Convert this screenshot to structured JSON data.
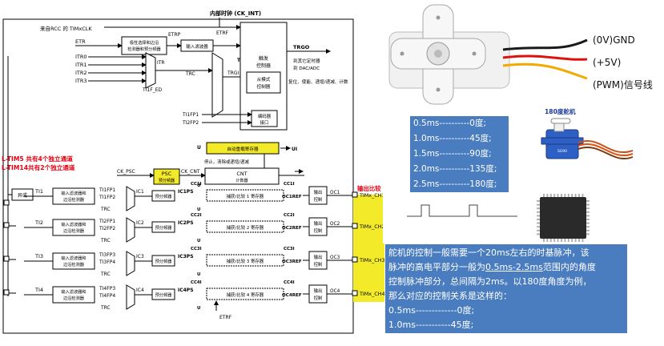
{
  "diagram": {
    "top_label": "内部时钟 (CK_INT)",
    "rcc_label": "来自RCC 的 TIMxCLK",
    "etr_label": "ETR",
    "etrp_label": "ETRP",
    "etrf_label": "ETRF",
    "polarity_block": "极性选择和边沿\n检测器和预分频器",
    "input_filter": "输入滤波器",
    "itr_inputs": [
      "ITR0",
      "ITR1",
      "ITR2",
      "ITR3"
    ],
    "itr_label": "ITR",
    "trc_label": "TRC",
    "ti1f_ed": "TI1F_ED",
    "tgi_label": "TGI",
    "trgi_label": "TRGI",
    "trigger_ctrl": "触发\n控制器",
    "slave_ctrl": "从模式\n控制器",
    "encoder_if": "编码器\n接口",
    "trgo_label": "TRGO",
    "trgo_dest": "到其它定时器\n到 DAC/ADC",
    "reset_enable": "复位、使能、递增/递减、计数",
    "ti1fp1": "TI1FP1",
    "ti2fp2": "TI2FP2",
    "u_label": "U",
    "ui_label": "UI",
    "auto_reload": "自动重载寄存器",
    "stop_clear": "停止，清除或递增/递减",
    "ck_psc": "CK_PSC",
    "psc_label": "PSC",
    "psc_sub": "预分频器",
    "ck_cnt": "CK_CNT",
    "cnt_label": "CNT",
    "cnt_sub": "计数器",
    "red_note_1": "L-TIM5 共有4个独立通道",
    "red_note_2": "L-TIM14共有2个独立通道",
    "output_compare": "输出比较",
    "xor_label": "异或",
    "channels": [
      {
        "ti": "TI1",
        "fp_a": "TI1FP1",
        "fp_b": "TI1FP2",
        "ic": "IC1",
        "icps": "IC1PS",
        "cc": "CC1I",
        "reg": "捕获/比较 1 寄存器",
        "ref": "OC1REF",
        "oc": "OC1",
        "pin": "TIMx_CH1",
        "filter": "输入滤波器和\n边沿检测器",
        "presc": "预分频器",
        "outctl": "输出\n控制"
      },
      {
        "ti": "TI2",
        "fp_a": "TI2FP1",
        "fp_b": "TI2FP2",
        "ic": "IC2",
        "icps": "IC2PS",
        "cc": "CC2I",
        "reg": "捕获/比较 2 寄存器",
        "ref": "OC2REF",
        "oc": "OC2",
        "pin": "TIMx_CH2",
        "filter": "输入滤波器和\n边沿检测器",
        "presc": "预分频器",
        "outctl": "输出\n控制"
      },
      {
        "ti": "TI3",
        "fp_a": "TI3FP3",
        "fp_b": "TI3FP4",
        "ic": "IC3",
        "icps": "IC3PS",
        "cc": "CC3I",
        "reg": "捕获/比较 3 寄存器",
        "ref": "OC3REF",
        "oc": "OC3",
        "pin": "TIMx_CH3",
        "filter": "输入滤波器和\n边沿检测器",
        "presc": "预分频器",
        "outctl": "输出\n控制"
      },
      {
        "ti": "TI4",
        "fp_a": "TI4FP3",
        "fp_b": "TI4FP4",
        "ic": "IC4",
        "icps": "IC4PS",
        "cc": "CC4I",
        "reg": "捕获/比较 4 寄存器",
        "ref": "OC4REF",
        "oc": "OC4",
        "pin": "TIMx_CH4",
        "filter": "输入滤波器和\n边沿检测器",
        "presc": "预分频器",
        "outctl": "输出\n控制"
      }
    ],
    "etrf_bottom": "ETRF"
  },
  "servo": {
    "gnd_label": "(0V)GND",
    "v5_label": "(+5V)",
    "pwm_label": "(PWM)信号线",
    "servo_180_label": "180度舵机",
    "wire_colors": [
      "#1a1a1a",
      "#e01010",
      "#f2a900"
    ]
  },
  "mapping": [
    "0.5ms----------0度;",
    "1.0ms----------45度;",
    "1.5ms----------90度;",
    "2.0ms----------135度;",
    "2.5ms----------180度;"
  ],
  "description": {
    "line1": "舵机的控制一般需要一个20ms左右的时基脉冲，该",
    "line2_pre": "脉冲的高电平部分一般为",
    "line2_hl": "0.5ms-2.5ms",
    "line2_post": "范围内的角度",
    "line3": "控制脉冲部分，总间隔为2ms。以180度角度为例，",
    "line4": "那么对应的控制关系是这样的：",
    "line5": "0.5ms-------------0度;",
    "line6": "1.0ms-----------45度;"
  },
  "colors": {
    "accent_yellow": "#f3ea2a",
    "panel_blue": "#4a7cc0",
    "red_note": "#e60012"
  }
}
